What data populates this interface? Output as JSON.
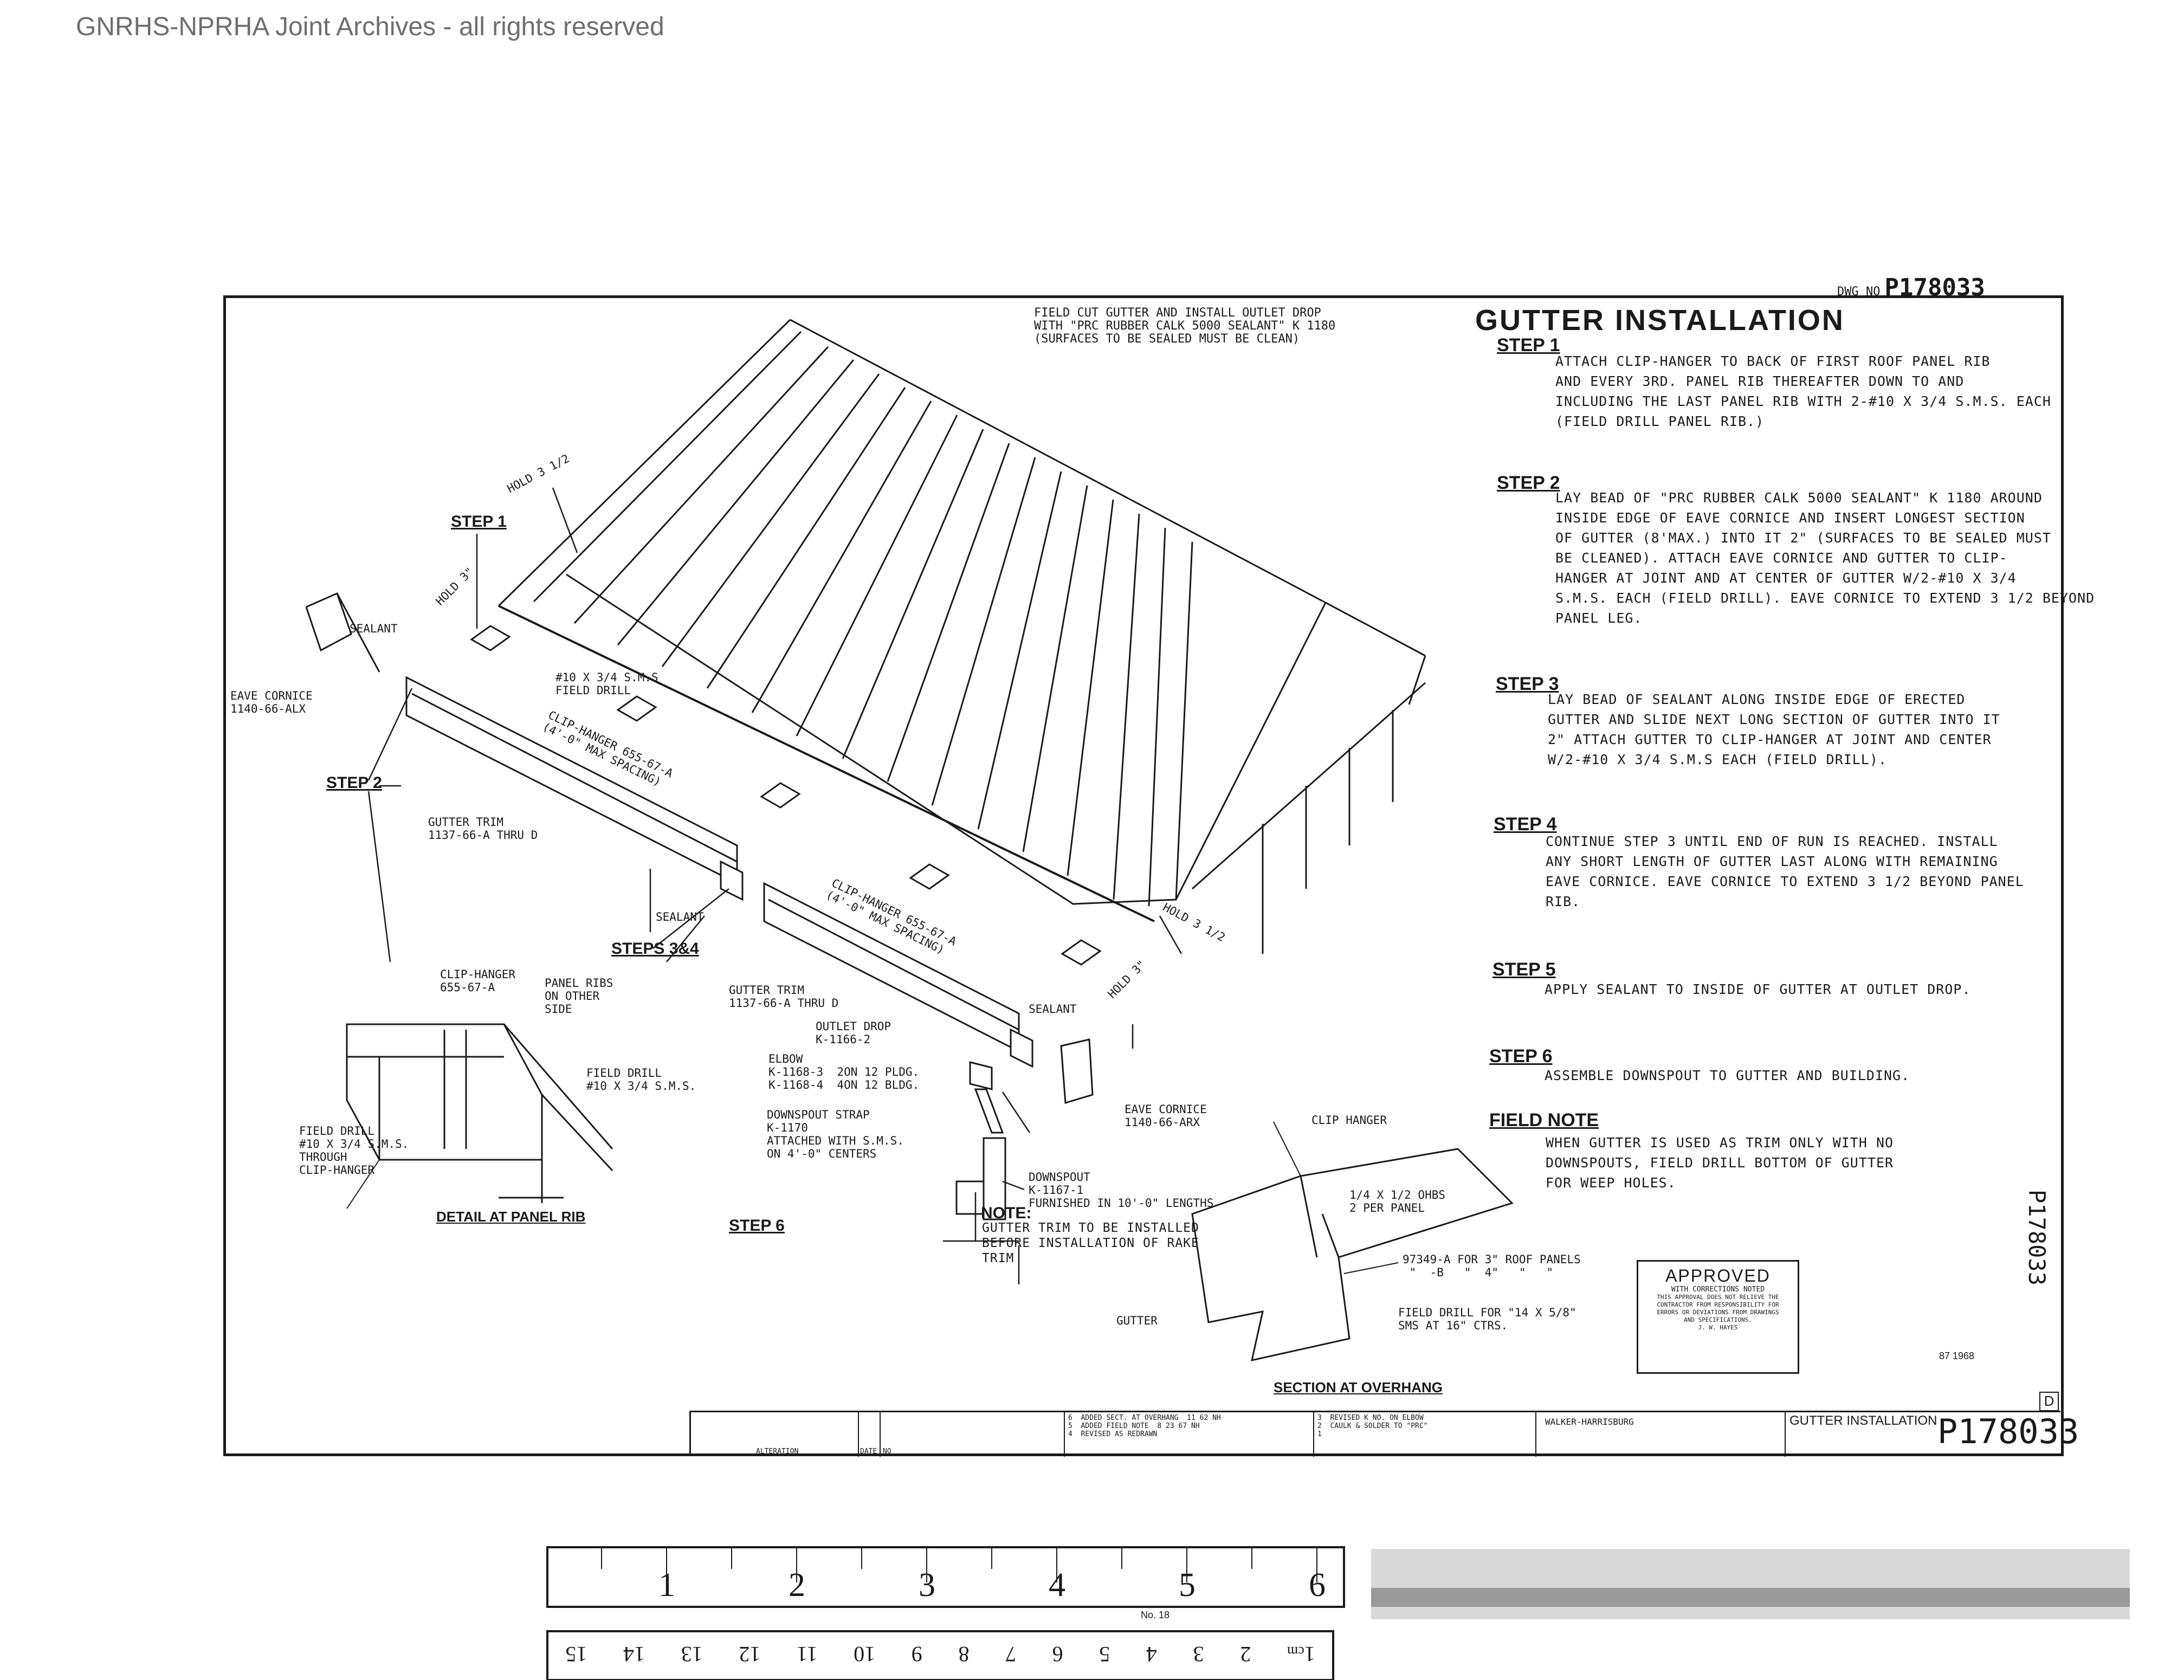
{
  "watermark": "GNRHS-NPRHA Joint Archives - all rights reserved",
  "drawing": {
    "number_prefix": "DWG NO",
    "number": "P178033",
    "side_number": "P178033",
    "title": "GUTTER INSTALLATION",
    "revision": "D",
    "date_stamp": "87 1968"
  },
  "steps": [
    {
      "label": "STEP 1",
      "text": "ATTACH CLIP-HANGER TO BACK OF FIRST ROOF PANEL RIB\nAND EVERY 3RD. PANEL RIB THEREAFTER DOWN TO AND\nINCLUDING THE LAST PANEL RIB WITH 2-#10 X 3/4 S.M.S. EACH\n(FIELD DRILL PANEL RIB.)"
    },
    {
      "label": "STEP 2",
      "text": "LAY BEAD OF \"PRC RUBBER CALK 5000 SEALANT\" K 1180 AROUND\nINSIDE EDGE OF EAVE CORNICE AND INSERT LONGEST SECTION\nOF GUTTER (8'MAX.) INTO IT 2\" (SURFACES TO BE SEALED MUST\nBE CLEANED). ATTACH EAVE CORNICE AND GUTTER TO CLIP-\nHANGER AT JOINT AND AT CENTER OF GUTTER W/2-#10 X 3/4\nS.M.S. EACH (FIELD DRILL). EAVE CORNICE TO EXTEND 3 1/2 BEYOND\nPANEL LEG."
    },
    {
      "label": "STEP 3",
      "text": "LAY BEAD OF SEALANT ALONG INSIDE EDGE OF ERECTED\nGUTTER AND SLIDE NEXT LONG SECTION OF GUTTER INTO IT\n2\" ATTACH GUTTER TO CLIP-HANGER AT JOINT AND CENTER\nW/2-#10 X 3/4 S.M.S EACH (FIELD DRILL)."
    },
    {
      "label": "STEP 4",
      "text": "CONTINUE STEP 3 UNTIL END OF RUN IS REACHED. INSTALL\nANY SHORT LENGTH OF GUTTER LAST ALONG WITH REMAINING\nEAVE CORNICE. EAVE CORNICE TO EXTEND 3 1/2 BEYOND PANEL\nRIB."
    },
    {
      "label": "STEP 5",
      "text": "APPLY SEALANT TO INSIDE OF GUTTER AT OUTLET DROP."
    },
    {
      "label": "STEP 6",
      "text": "ASSEMBLE DOWNSPOUT TO GUTTER AND BUILDING."
    }
  ],
  "field_note": {
    "label": "FIELD NOTE",
    "text": "WHEN GUTTER IS USED AS TRIM ONLY WITH NO\nDOWNSPOUTS, FIELD DRILL BOTTOM OF GUTTER\nFOR WEEP HOLES."
  },
  "top_note": "FIELD CUT GUTTER AND INSTALL OUTLET DROP\nWITH \"PRC RUBBER CALK 5000 SEALANT\" K 1180\n(SURFACES TO BE SEALED MUST BE CLEAN)",
  "bottom_note": {
    "label": "NOTE:",
    "text": "GUTTER TRIM TO BE INSTALLED\nBEFORE INSTALLATION OF RAKE\nTRIM"
  },
  "callouts": {
    "step1": "STEP 1",
    "step2": "STEP 2",
    "steps34": "STEPS 3&4",
    "step6": "STEP 6",
    "hold_top": "HOLD 3 1/2",
    "hold_3": "HOLD 3\"",
    "hold_right_a": "HOLD 3 1/2",
    "hold_right_b": "HOLD 3\"",
    "sealant_1": "SEALANT",
    "sealant_2": "SEALANT",
    "sealant_3": "SEALANT",
    "eave_left": "EAVE CORNICE\n1140-66-ALX",
    "sms_1": "#10 X 3/4 S.M.S\nFIELD DRILL",
    "clip_1": "CLIP-HANGER 655-67-A\n(4'-0\" MAX SPACING)",
    "clip_2": "CLIP-HANGER 655-67-A\n(4'-0\" MAX SPACING)",
    "gutter_trim_1": "GUTTER TRIM\n1137-66-A THRU D",
    "gutter_trim_2": "GUTTER TRIM\n1137-66-A THRU D",
    "outlet_drop": "OUTLET DROP\nK-1166-2",
    "elbow": "ELBOW\nK-1168-3  2ON 12 PLDG.\nK-1168-4  4ON 12 BLDG.",
    "strap": "DOWNSPOUT STRAP\nK-1170\nATTACHED WITH S.M.S.\nON 4'-0\" CENTERS",
    "downspout": "DOWNSPOUT\nK-1167-1\nFURNISHED IN 10'-0\" LENGTHS",
    "eave_right": "EAVE CORNICE\n1140-66-ARX"
  },
  "detail": {
    "title": "DETAIL AT PANEL RIB",
    "clip": "CLIP-HANGER\n655-67-A",
    "ribs": "PANEL RIBS\nON OTHER\nSIDE",
    "drill_1": "FIELD DRILL\n#10 X 3/4 S.M.S.",
    "drill_2": "FIELD DRILL\n#10 X 3/4 S.M.S.\nTHROUGH\nCLIP-HANGER"
  },
  "section": {
    "title": "SECTION AT OVERHANG",
    "clip": "CLIP HANGER",
    "bolts": "1/4 X 1/2 OHBS\n2 PER PANEL",
    "panels": "97349-A FOR 3\" ROOF PANELS\n \"  -B   \"  4\"   \"   \"",
    "drill": "FIELD DRILL FOR \"14 X 5/8\"\nSMS AT 16\" CTRS.",
    "gutter": "GUTTER"
  },
  "approval": {
    "word": "APPROVED",
    "sub": "WITH CORRECTIONS NOTED",
    "body": "THIS APPROVAL DOES NOT RELIEVE THE\nCONTRACTOR FROM RESPONSIBILITY FOR\nERRORS OR DEVIATIONS FROM DRAWINGS\nAND SPECIFICATIONS.",
    "by": "J. W. HAYES"
  },
  "title_block": {
    "col_no": "NO",
    "col_alteration": "ALTERATION",
    "col_date": "DATE",
    "revisions_1": "6  ADDED SECT. AT OVERHANG  11 62 NH\n5  ADDED FIELD NOTE  8 23 67 NH\n4  REVISED AS REDRAWN",
    "revisions_2": "3  REVISED K NO. ON ELBOW\n2  CAULK & SOLDER TO \"PRC\"\n1",
    "company": "WALKER-HARRISBURG",
    "block_title": "GUTTER INSTALLATION",
    "block_no": "P178033"
  },
  "ruler": {
    "inches": [
      "1",
      "2",
      "3",
      "4",
      "5",
      "6"
    ],
    "cm": [
      "1",
      "2",
      "3",
      "4",
      "5",
      "6",
      "7",
      "8",
      "9",
      "10",
      "11",
      "12",
      "13",
      "14",
      "15"
    ],
    "cm_unit": "cm",
    "label": "No. 18"
  }
}
